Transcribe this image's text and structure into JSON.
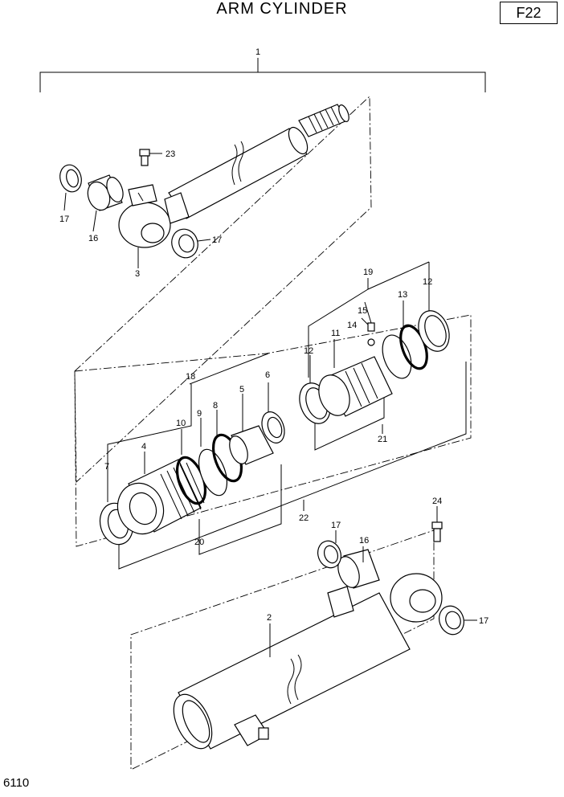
{
  "header": {
    "title": "ARM CYLINDER",
    "section_code": "F22"
  },
  "footer": {
    "page_number": "6110"
  },
  "labels": {
    "l1": "1",
    "l2": "2",
    "l3": "3",
    "l4": "4",
    "l5": "5",
    "l6": "6",
    "l7": "7",
    "l8": "8",
    "l9": "9",
    "l10": "10",
    "l11": "11",
    "l12a": "12",
    "l12b": "12",
    "l13": "13",
    "l14": "14",
    "l15": "15",
    "l16a": "16",
    "l16b": "16",
    "l17a": "17",
    "l17b": "17",
    "l17c": "17",
    "l17d": "17",
    "l18": "18",
    "l19": "19",
    "l20": "20",
    "l21": "21",
    "l22": "22",
    "l23": "23",
    "l24": "24"
  }
}
